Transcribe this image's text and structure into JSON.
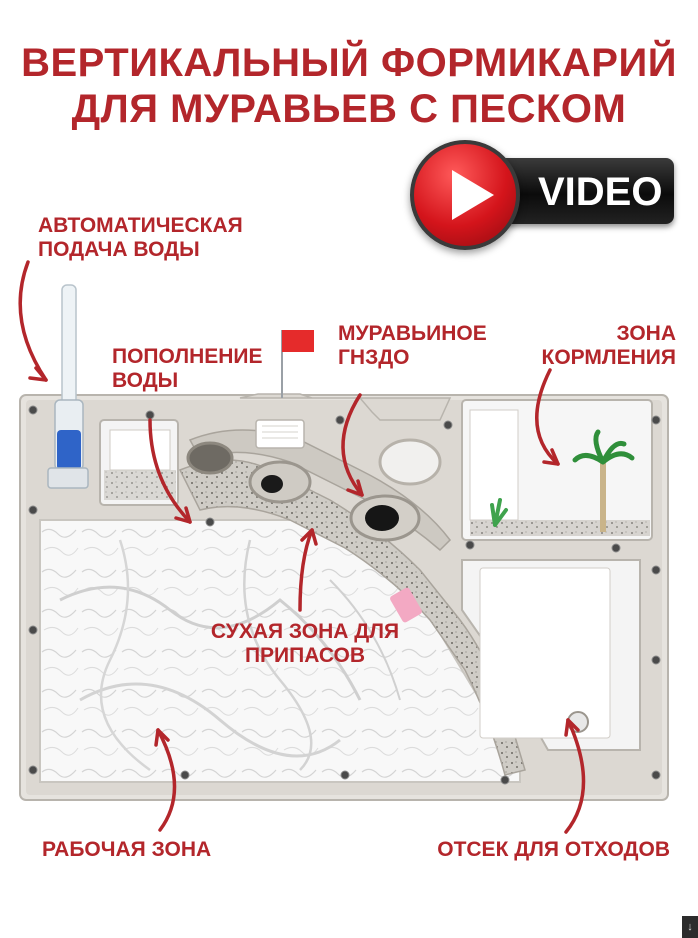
{
  "title": {
    "line1": "ВЕРТИКАЛЬНЫЙ ФОРМИКАРИЙ",
    "line2": "ДЛЯ МУРАВЬЕВ С ПЕСКОМ"
  },
  "video": {
    "label": "VIDEO",
    "icon": "play-icon"
  },
  "labels": {
    "water_auto_1": "АВТОМАТИЧЕСКАЯ",
    "water_auto_2": "ПОДАЧА ВОДЫ",
    "refill_1": "ПОПОЛНЕНИЕ",
    "refill_2": "ВОДЫ",
    "nest_1": "МУРАВЬИНОЕ",
    "nest_2": "ГНЗДО",
    "feeding_1": "ЗОНА",
    "feeding_2": "КОРМЛЕНИЯ",
    "dry_1": "СУХАЯ ЗОНА ДЛЯ",
    "dry_2": "ПРИПАСОВ",
    "work": "РАБОЧАЯ ЗОНА",
    "waste": "ОТСЕК ДЛЯ ОТХОДОВ"
  },
  "colors": {
    "accent": "#b3262b",
    "frame": "#d9d6d1",
    "sand": "#f7f7f7",
    "water": "#2f64c8"
  }
}
